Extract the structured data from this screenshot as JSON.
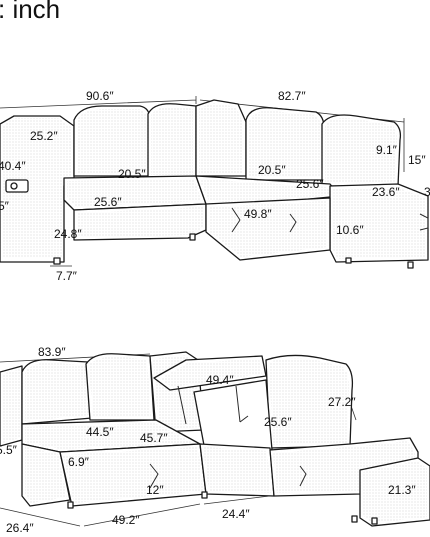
{
  "unit_label": ": inch",
  "top_view": {
    "dimensions": [
      "90.6″",
      "82.7″",
      "25.2″",
      "40.4″",
      "20.5″",
      "20.5″",
      "9.1″",
      "15″",
      "25.6″",
      "25.6″",
      "23.6″",
      "3",
      "5″",
      "24.8″",
      "49.8″",
      "10.6″",
      "7.7″"
    ]
  },
  "bottom_view": {
    "dimensions": [
      "83.9″",
      "49.4″",
      "27.2″",
      "25.6″",
      "44.5″",
      "45.7″",
      "5.5″",
      "6.9″",
      "12″",
      "26.4″",
      "49.2″",
      "24.4″",
      "21.3″"
    ]
  }
}
